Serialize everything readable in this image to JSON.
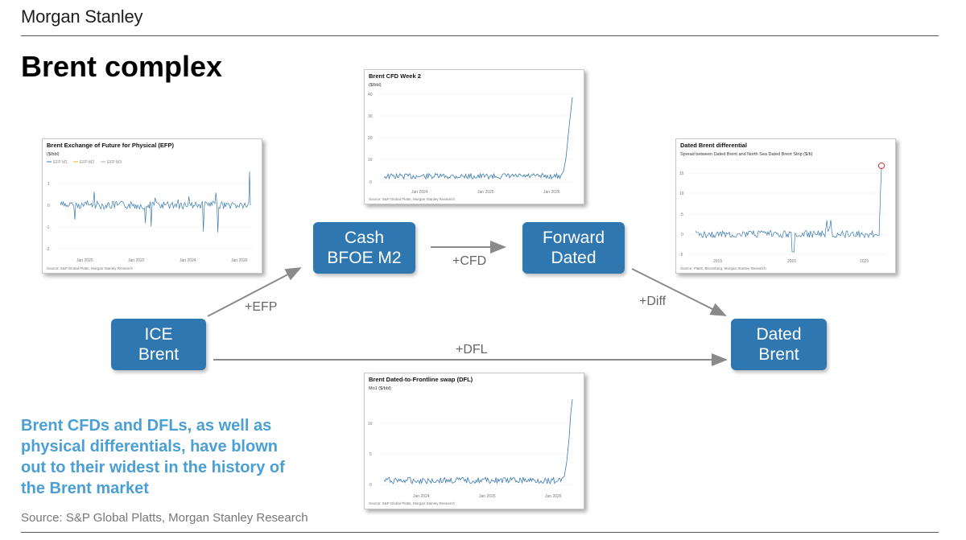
{
  "header": {
    "brand": "Morgan Stanley",
    "title": "Brent complex"
  },
  "nodes": {
    "ice_brent": "ICE\nBrent",
    "cash_bfoe": "Cash\nBFOE M2",
    "forward_dated": "Forward\nDated",
    "dated_brent": "Dated\nBrent"
  },
  "edges": {
    "efp": "+EFP",
    "cfd": "+CFD",
    "diff": "+Diff",
    "dfl": "+DFL"
  },
  "takeaway": "Brent CFDs and DFLs, as well as physical differentials, have blown out to their widest in the history of the Brent market",
  "source": "Source: S&P Global Platts, Morgan Stanley Research",
  "charts": {
    "efp": {
      "title": "Brent Exchange of Future for Physical (EFP)",
      "unit": "($/bbl)",
      "legend": [
        "EFP M1",
        "EFP M2",
        "EFP M3"
      ],
      "ticks_y": [
        "1",
        "0",
        "-1",
        "-2"
      ],
      "ticks_x": [
        "Jan 2020",
        "Jan 2022",
        "Jan 2024",
        "Jan 2026"
      ],
      "source": "Source: S&P Global Platts, Morgan Stanley Research",
      "color": "#3a7bb0"
    },
    "cfd": {
      "title": "Brent CFD Week 2",
      "unit": "($/bbl)",
      "ticks_y": [
        "40",
        "30",
        "20",
        "10",
        "0"
      ],
      "ticks_x": [
        "Jan 2024",
        "Jan 2025",
        "Jan 2026"
      ],
      "source": "Source: S&P Global Platts, Morgan Stanley Research",
      "color": "#3a7bb0"
    },
    "diff": {
      "title": "Dated Brent differential",
      "unit": "Spread between Dated Brent and North Sea Dated Brent Strip ($/b)",
      "ticks_y": [
        "15",
        "10",
        "5",
        "0",
        "-5"
      ],
      "ticks_x": [
        "2015",
        "2020",
        "2025"
      ],
      "source": "Source: Platts, Bloomberg, Morgan Stanley Research",
      "color": "#3a7bb0",
      "highlight_color": "#cc3333"
    },
    "dfl": {
      "title": "Brent Dated-to-Frontline swap (DFL)",
      "unit": "Mo1 ($/bbl)",
      "ticks_y": [
        "10",
        "5",
        "0"
      ],
      "ticks_x": [
        "Jan 2024",
        "Jan 2025",
        "Jan 2026"
      ],
      "source": "Source: S&P Global Platts, Morgan Stanley Research",
      "color": "#3a7bb0"
    }
  }
}
